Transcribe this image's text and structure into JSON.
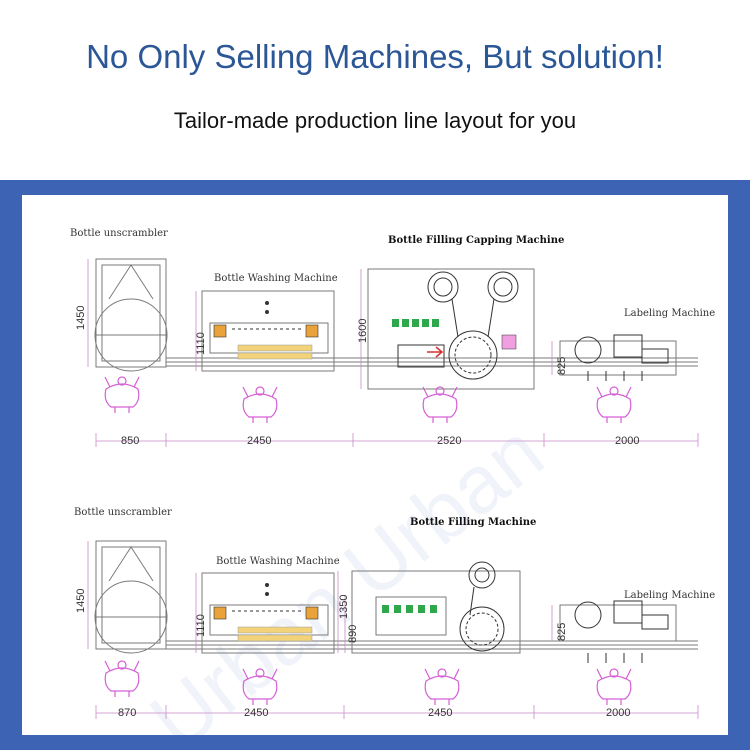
{
  "header": {
    "headline": "No Only Selling Machines, But solution!",
    "subline": "Tailor-made production line layout for you"
  },
  "watermark": "Urban Urban",
  "colors": {
    "headline": "#2b5797",
    "frame": "#3d64b4",
    "operator": "#d55fd5",
    "fill_head": "#2ea84a",
    "pump": "#e9a33a"
  },
  "line_top": {
    "labels": {
      "unscrambler": "Bottle unscrambler",
      "washer": "Bottle Washing Machine",
      "filler": "Bottle Filling Capping Machine",
      "labeler": "Labeling Machine"
    },
    "dims": {
      "unscrambler_height": "1450",
      "washer_height": "1110",
      "filler_height": "1600",
      "labeler_height": "825",
      "w_unscrambler": "850",
      "w_washer": "2450",
      "w_filler": "2520",
      "w_labeler": "2000"
    }
  },
  "line_bottom": {
    "labels": {
      "unscrambler": "Bottle unscrambler",
      "washer": "Bottle Washing Machine",
      "filler": "Bottle Filling Machine",
      "labeler": "Labeling Machine"
    },
    "dims": {
      "unscrambler_height": "1450",
      "washer_height": "1110",
      "filler_height_a": "1350",
      "filler_height_b": "890",
      "labeler_height": "825",
      "w_unscrambler": "870",
      "w_washer": "2450",
      "w_filler": "2450",
      "w_labeler": "2000"
    }
  }
}
